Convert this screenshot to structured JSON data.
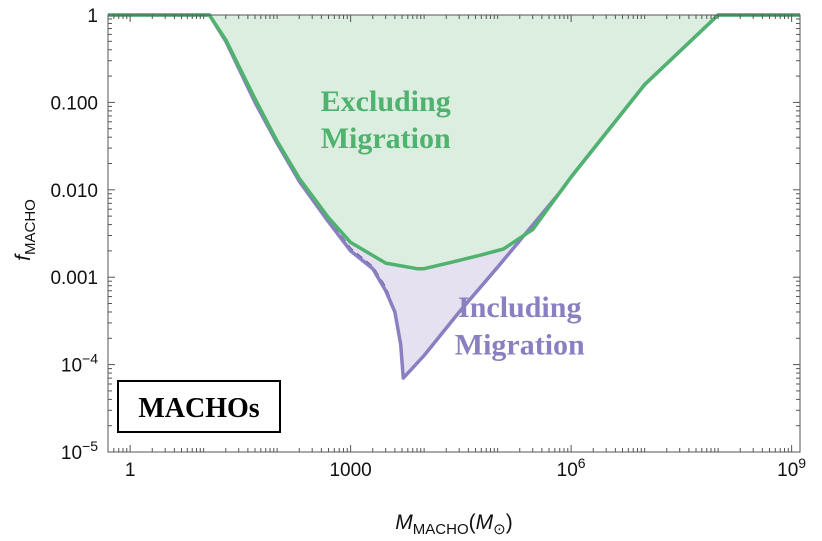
{
  "chart_data": {
    "type": "area",
    "x_scale": "log",
    "y_scale": "log",
    "xlim": [
      0.5,
      1300000000
    ],
    "ylim": [
      1e-05,
      1
    ],
    "xlabel_main": "M",
    "xlabel_sub": "MACHO",
    "xlabel_unit_main": "M",
    "xlabel_unit_sub": "⊙",
    "ylabel_main": "f",
    "ylabel_sub": "MACHO",
    "x_ticks": [
      {
        "value": 1,
        "label": "1"
      },
      {
        "value": 1000,
        "label": "1000"
      },
      {
        "value": 1000000,
        "label_base": "10",
        "label_exp": "6"
      },
      {
        "value": 1000000000,
        "label_base": "10",
        "label_exp": "9"
      }
    ],
    "y_ticks": [
      {
        "value": 1,
        "label": "1"
      },
      {
        "value": 0.1,
        "label": "0.100"
      },
      {
        "value": 0.01,
        "label": "0.010"
      },
      {
        "value": 0.001,
        "label": "0.001"
      },
      {
        "value": 0.0001,
        "label_base": "10",
        "label_exp": "−4"
      },
      {
        "value": 1e-05,
        "label_base": "10",
        "label_exp": "−5"
      }
    ],
    "series": [
      {
        "key": "excluding",
        "color": "#4fb26e",
        "fill": "#dbeedf",
        "points": [
          [
            0.5,
            1
          ],
          [
            12,
            1
          ],
          [
            20,
            0.52
          ],
          [
            50,
            0.11
          ],
          [
            100,
            0.036
          ],
          [
            200,
            0.0135
          ],
          [
            500,
            0.0048
          ],
          [
            1000,
            0.0025
          ],
          [
            3000,
            0.00145
          ],
          [
            8000,
            0.00125
          ],
          [
            10000,
            0.00125
          ],
          [
            25000,
            0.0015
          ],
          [
            60000,
            0.0018
          ],
          [
            120000,
            0.0021
          ],
          [
            300000,
            0.0035
          ],
          [
            700000,
            0.0093
          ],
          [
            1000000,
            0.014
          ],
          [
            10000000,
            0.16
          ],
          [
            100000000,
            1
          ],
          [
            1300000000,
            1
          ]
        ]
      },
      {
        "key": "including",
        "color": "#8a7fc0",
        "fill": "#e6e1f0",
        "points": [
          [
            0.5,
            1
          ],
          [
            12,
            1
          ],
          [
            20,
            0.5
          ],
          [
            50,
            0.1
          ],
          [
            100,
            0.034
          ],
          [
            200,
            0.0125
          ],
          [
            500,
            0.0043
          ],
          [
            1000,
            0.002
          ],
          [
            2000,
            0.00125
          ],
          [
            3000,
            0.0007
          ],
          [
            4000,
            0.0004
          ],
          [
            4800,
            0.00017
          ],
          [
            5200,
            7e-05
          ],
          [
            10000,
            0.000127
          ],
          [
            30000,
            0.0004
          ],
          [
            100000,
            0.0013
          ],
          [
            700000,
            0.0093
          ],
          [
            1000000,
            0.014
          ],
          [
            10000000,
            0.16
          ],
          [
            100000000,
            1
          ],
          [
            1300000000,
            1
          ]
        ]
      },
      {
        "key": "including-dashed",
        "color": "#6a5a9a",
        "dashed": true,
        "points": [
          [
            20,
            0.52
          ],
          [
            50,
            0.105
          ],
          [
            100,
            0.035
          ],
          [
            200,
            0.013
          ],
          [
            500,
            0.0045
          ],
          [
            1000,
            0.0021
          ],
          [
            2000,
            0.0013
          ],
          [
            3000,
            0.00075
          ],
          [
            4000,
            0.0004
          ],
          [
            4800,
            0.00017
          ],
          [
            5200,
            7e-05
          ]
        ]
      }
    ],
    "annotations": [
      {
        "key": "exclude-1",
        "text": "Excluding",
        "x": 3000,
        "y": 0.08,
        "color": "#4fb26e"
      },
      {
        "key": "exclude-2",
        "text": "Migration",
        "x": 3000,
        "y": 0.03,
        "color": "#4fb26e"
      },
      {
        "key": "include-1",
        "text": "Including",
        "x": 200000,
        "y": 0.00035,
        "color": "#8a7fc0"
      },
      {
        "key": "include-2",
        "text": "Migration",
        "x": 200000,
        "y": 0.00013,
        "color": "#8a7fc0"
      }
    ],
    "box_label": "MACHOs"
  }
}
